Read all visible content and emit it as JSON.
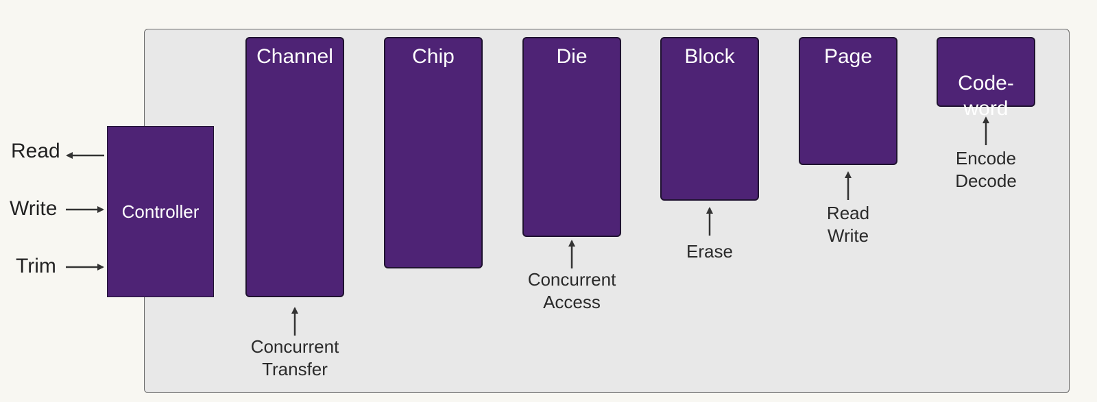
{
  "inputs": [
    {
      "label": "Read",
      "direction": "out"
    },
    {
      "label": "Write",
      "direction": "in"
    },
    {
      "label": "Trim",
      "direction": "in"
    }
  ],
  "controller": {
    "label": "Controller"
  },
  "levels": [
    {
      "name": "Channel",
      "annotation": "Concurrent\nTransfer"
    },
    {
      "name": "Chip",
      "annotation": ""
    },
    {
      "name": "Die",
      "annotation": "Concurrent\nAccess"
    },
    {
      "name": "Block",
      "annotation": "Erase"
    },
    {
      "name": "Page",
      "annotation": "Read\nWrite"
    },
    {
      "name": "Code-\nword",
      "annotation": "Encode\nDecode"
    }
  ],
  "colors": {
    "block_fill": "#4e2375",
    "panel_fill": "#e8e8e8",
    "background": "#f8f7f2"
  }
}
